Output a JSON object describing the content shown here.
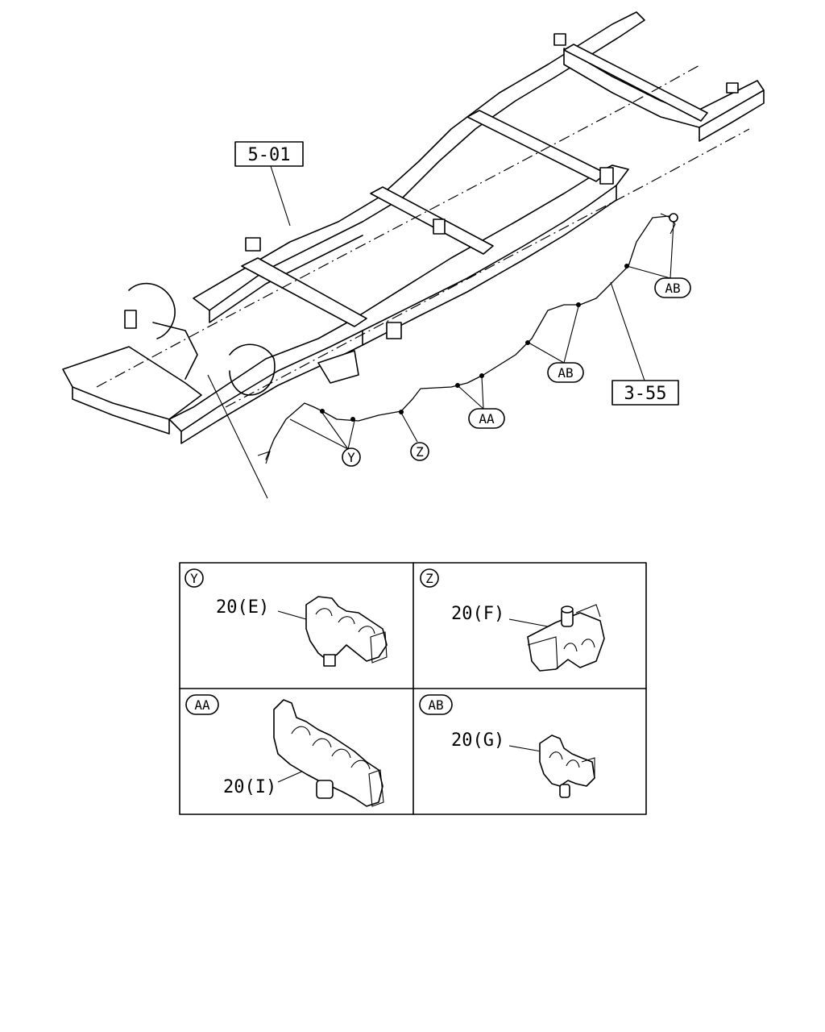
{
  "callouts": {
    "frame_ref": "5-01",
    "pipe_ref": "3-55"
  },
  "markers": {
    "y": "Y",
    "z": "Z",
    "aa": "AA",
    "ab": "AB"
  },
  "details": [
    {
      "marker": "Y",
      "part_label": "20(E)"
    },
    {
      "marker": "Z",
      "part_label": "20(F)"
    },
    {
      "marker": "AA",
      "part_label": "20(I)"
    },
    {
      "marker": "AB",
      "part_label": "20(G)"
    }
  ]
}
